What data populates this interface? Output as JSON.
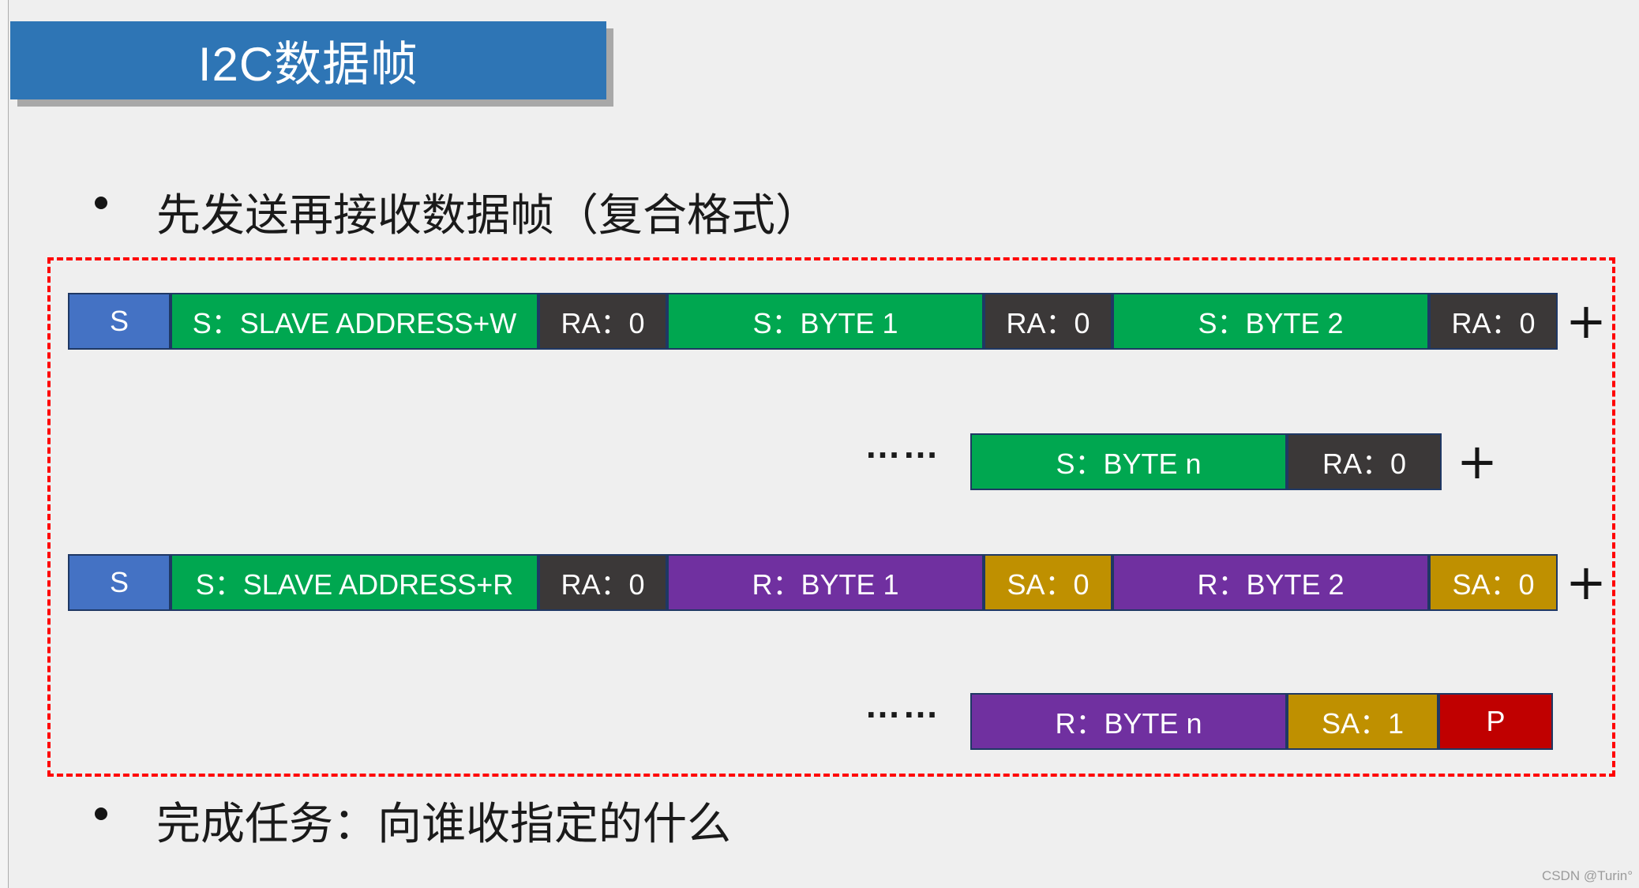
{
  "title": {
    "text": "I2C数据帧",
    "bg_color": "#2E75B5",
    "text_color": "#FFFFFF"
  },
  "bullets": [
    {
      "text": "先发送再接收数据帧（复合格式）"
    },
    {
      "text": "完成任务：向谁收指定的什么"
    }
  ],
  "palette": {
    "background": "#EFEFEF",
    "start_blue": "#4472C4",
    "send_green": "#00A750",
    "ack_dark": "#3B3838",
    "recv_purple": "#7030A0",
    "slave_ack_gold": "#BF9000",
    "stop_red": "#C00000",
    "cell_border_navy": "#1F3864",
    "dashed_frame_red": "#FF0000"
  },
  "diagram": {
    "rows": [
      {
        "name": "write-frame",
        "cells": [
          {
            "label": "S",
            "type": "start"
          },
          {
            "label": "S：SLAVE ADDRESS+W",
            "type": "send"
          },
          {
            "label": "RA：0",
            "type": "ack"
          },
          {
            "label": "S：BYTE 1",
            "type": "send"
          },
          {
            "label": "RA：0",
            "type": "ack"
          },
          {
            "label": "S：BYTE 2",
            "type": "send"
          },
          {
            "label": "RA：0",
            "type": "ack"
          }
        ],
        "suffix": "+"
      },
      {
        "name": "write-frame-continued",
        "ellipsis": "……",
        "cells": [
          {
            "label": "S：BYTE n",
            "type": "send"
          },
          {
            "label": "RA：0",
            "type": "ack"
          }
        ],
        "suffix": "+"
      },
      {
        "name": "read-frame",
        "cells": [
          {
            "label": "S",
            "type": "start"
          },
          {
            "label": "S：SLAVE ADDRESS+R",
            "type": "send"
          },
          {
            "label": "RA：0",
            "type": "ack"
          },
          {
            "label": "R：BYTE 1",
            "type": "recv"
          },
          {
            "label": "SA：0",
            "type": "sack"
          },
          {
            "label": "R：BYTE 2",
            "type": "recv"
          },
          {
            "label": "SA：0",
            "type": "sack"
          }
        ],
        "suffix": "+"
      },
      {
        "name": "read-frame-continued",
        "ellipsis": "……",
        "cells": [
          {
            "label": "R：BYTE n",
            "type": "recv"
          },
          {
            "label": "SA：1",
            "type": "sack"
          },
          {
            "label": "P",
            "type": "stop"
          }
        ]
      }
    ]
  },
  "watermark": {
    "text": "CSDN @Turin°"
  }
}
